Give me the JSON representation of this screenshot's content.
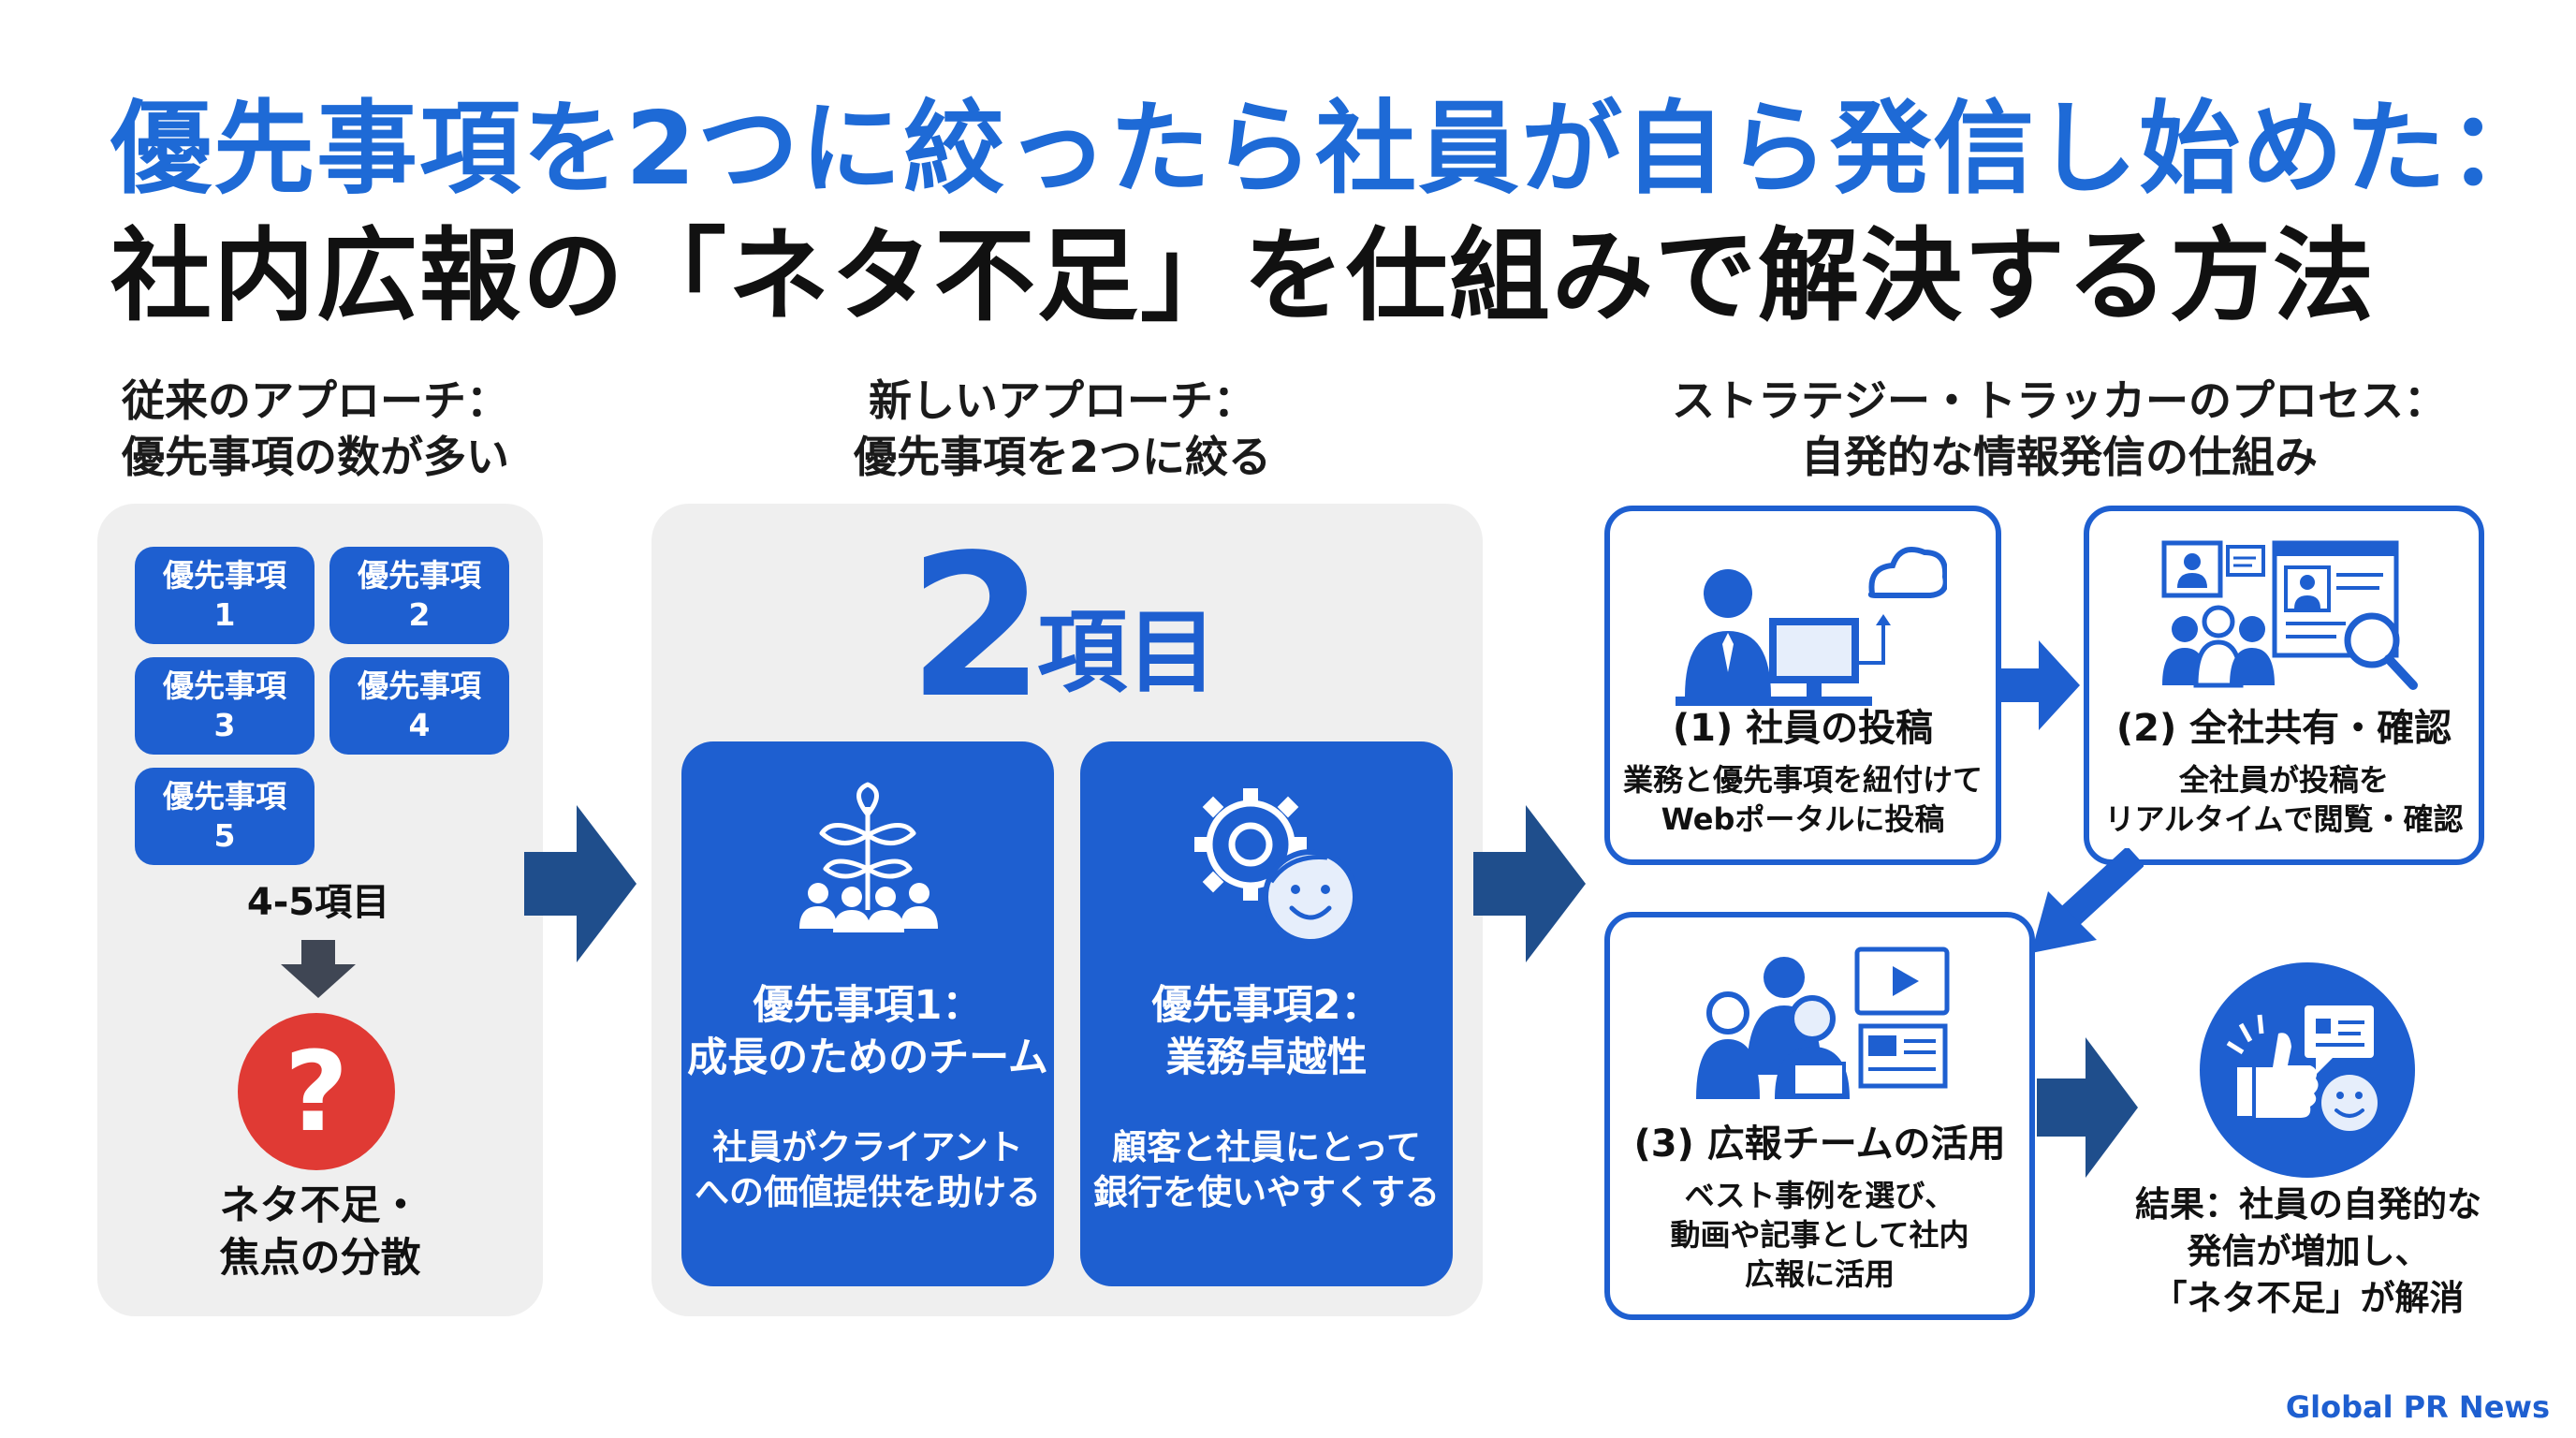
{
  "title": {
    "line1": "優先事項を2つに絞ったら社員が自ら発信し始めた：",
    "line2": "社内広報の「ネタ不足」を仕組みで解決する方法"
  },
  "left": {
    "heading_line1": "従来のアプローチ：",
    "heading_line2": "優先事項の数が多い",
    "priorities": [
      {
        "label": "優先事項",
        "num": "1"
      },
      {
        "label": "優先事項",
        "num": "2"
      },
      {
        "label": "優先事項",
        "num": "3"
      },
      {
        "label": "優先事項",
        "num": "4"
      },
      {
        "label": "優先事項",
        "num": "5"
      }
    ],
    "count_label": "4-5項目",
    "question_mark": "?",
    "problem_line1": "ネタ不足・",
    "problem_line2": "焦点の分散"
  },
  "middle": {
    "heading_line1": "新しいアプローチ：",
    "heading_line2": "優先事項を2つに絞る",
    "big_number": "2",
    "big_unit": "項目",
    "cards": [
      {
        "title_line1": "優先事項1：",
        "title_line2": "成長のためのチーム",
        "desc_line1": "社員がクライアント",
        "desc_line2": "への価値提供を助ける"
      },
      {
        "title_line1": "優先事項2：",
        "title_line2": "業務卓越性",
        "desc_line1": "顧客と社員にとって",
        "desc_line2": "銀行を使いやすくする"
      }
    ]
  },
  "right": {
    "heading_line1": "ストラテジー・トラッカーのプロセス：",
    "heading_line2": "自発的な情報発信の仕組み",
    "steps": [
      {
        "title": "(1) 社員の投稿",
        "desc_line1": "業務と優先事項を紐付けて",
        "desc_line2": "Webポータルに投稿"
      },
      {
        "title": "(2) 全社共有・確認",
        "desc_line1": "全社員が投稿を",
        "desc_line2": "リアルタイムで閲覧・確認"
      },
      {
        "title": "(3) 広報チームの活用",
        "desc_line1": "ベスト事例を選び、",
        "desc_line2": "動画や記事として社内",
        "desc_line3": "広報に活用"
      }
    ],
    "result_line1": "結果：社員の自発的な",
    "result_line2": "発信が増加し、",
    "result_line3": "「ネタ不足」が解消"
  },
  "footer": "Global PR News",
  "colors": {
    "primary_blue": "#1e5fd0",
    "title_blue": "#1e6ad6",
    "arrow_navy": "#1f4e8c",
    "panel_gray": "#efefef",
    "alert_red": "#e03a34",
    "face_light": "#e6eefb"
  },
  "icons": [
    "team-plant-icon",
    "gear-smile-icon",
    "worker-cloud-icon",
    "profiles-search-icon",
    "team-media-icon",
    "thumbs-up-chat-icon",
    "question-icon",
    "arrow-right-icon",
    "arrow-down-icon"
  ]
}
